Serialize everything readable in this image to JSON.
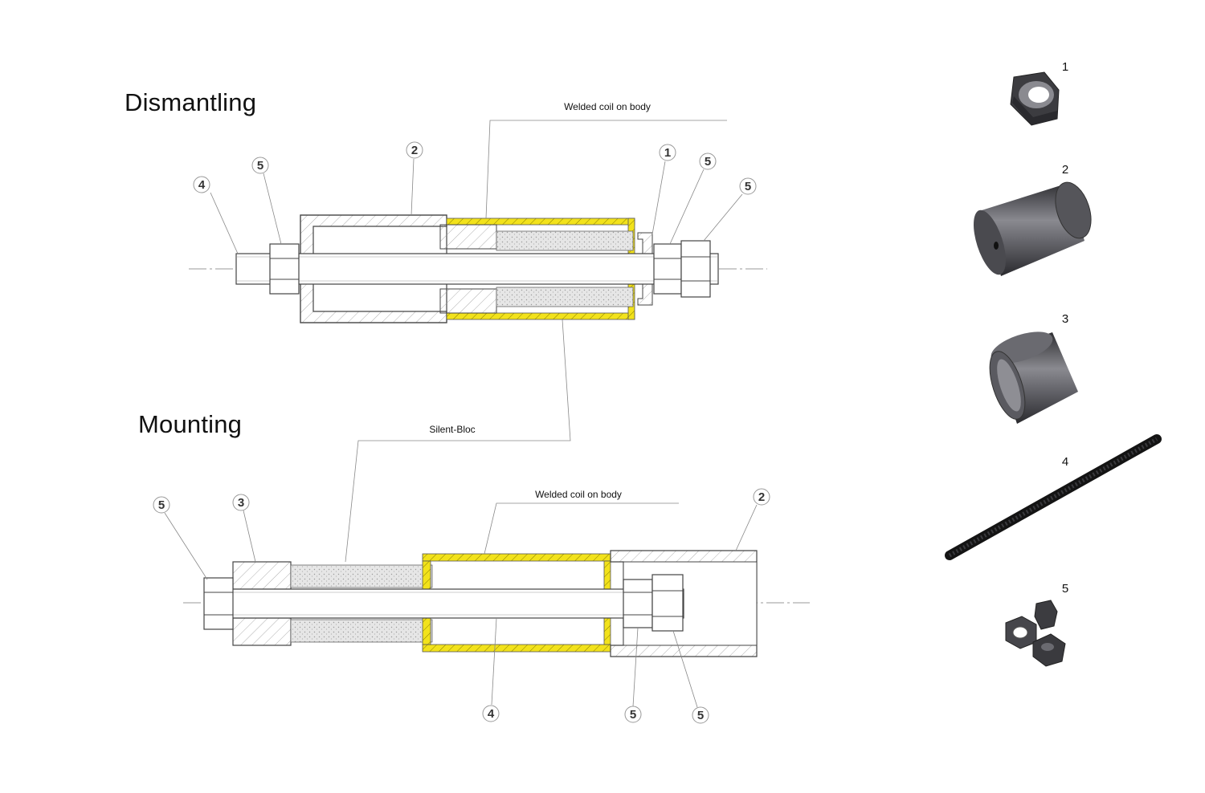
{
  "sections": {
    "dismantling": {
      "title": "Dismantling"
    },
    "mounting": {
      "title": "Mounting"
    }
  },
  "callouts": {
    "welded_coil_top": "Welded coil on body",
    "welded_coil_bottom": "Welded coil on body",
    "silent_bloc": "Silent-Bloc"
  },
  "balloons": {
    "dismantling": [
      "4",
      "5",
      "2",
      "1",
      "5",
      "5"
    ],
    "mounting": [
      "5",
      "3",
      "2",
      "4",
      "5",
      "5"
    ]
  },
  "parts": [
    {
      "number": "1",
      "icon": "ring-nut-icon"
    },
    {
      "number": "2",
      "icon": "large-sleeve-icon"
    },
    {
      "number": "3",
      "icon": "small-sleeve-icon"
    },
    {
      "number": "4",
      "icon": "threaded-rod-icon"
    },
    {
      "number": "5",
      "icon": "hex-nuts-icon"
    }
  ],
  "colors": {
    "coil_yellow": "#f2e21b",
    "line": "#555555",
    "metal_dark": "#3a3a3e",
    "metal_mid": "#6b6b70"
  }
}
